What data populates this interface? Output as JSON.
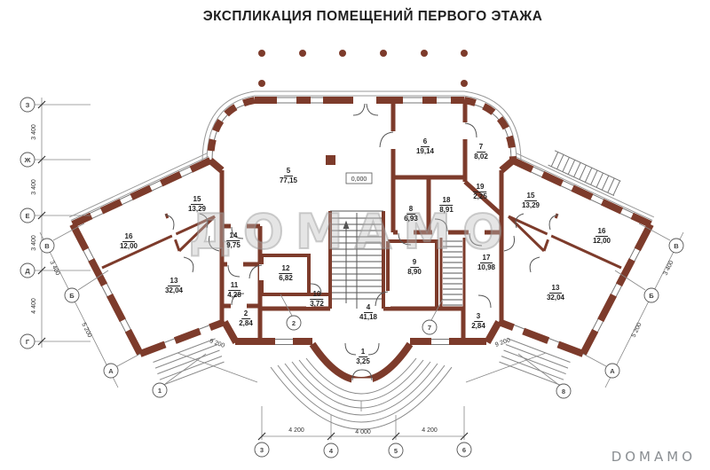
{
  "page": {
    "title": "ЭКСПЛИКАЦИЯ ПОМЕЩЕНИЙ ПЕРВОГО ЭТАЖА",
    "watermark_center": "ДОМАМО",
    "watermark_corner": "DOMAMO"
  },
  "plan": {
    "level_mark": "0,000",
    "wall_color": "#7d3b2b",
    "line_color": "#5a5a5a"
  },
  "rooms": [
    {
      "num": "5",
      "area": "77,15"
    },
    {
      "num": "6",
      "area": "19,14"
    },
    {
      "num": "7",
      "area": "8,02"
    },
    {
      "num": "19",
      "area": "2,25"
    },
    {
      "num": "18",
      "area": "8,91"
    },
    {
      "num": "8",
      "area": "6,93"
    },
    {
      "num": "9",
      "area": "8,90"
    },
    {
      "num": "17",
      "area": "10,98"
    },
    {
      "num": "12",
      "area": "6,82"
    },
    {
      "num": "10",
      "area": "3,72"
    },
    {
      "num": "11",
      "area": "4,28"
    },
    {
      "num": "14",
      "area": "9,75"
    },
    {
      "num": "15",
      "area": "13,29"
    },
    {
      "num": "16",
      "area": "12,00"
    },
    {
      "num": "13",
      "area": "32,04"
    },
    {
      "num": "2",
      "area": "2,84"
    },
    {
      "num": "4",
      "area": "41,18"
    },
    {
      "num": "3",
      "area": "2,84"
    },
    {
      "num": "1",
      "area": "3,25"
    },
    {
      "num": "15",
      "area": "13,29"
    },
    {
      "num": "16",
      "area": "12,00"
    },
    {
      "num": "13",
      "area": "32,04"
    }
  ],
  "axes": {
    "left_column": [
      "З",
      "Ж",
      "Е",
      "Д",
      "Г"
    ],
    "diagonal_left": [
      "В",
      "Б",
      "А"
    ],
    "diagonal_right": [
      "В",
      "Б",
      "А"
    ],
    "bottom_row": [
      "1",
      "2",
      "3",
      "4",
      "5",
      "6",
      "7",
      "8"
    ]
  },
  "dims": {
    "left_column_dims": [
      "3 400",
      "3 400",
      "3 400",
      "4 400"
    ],
    "diagonal_left_dims": [
      "3 400",
      "5 200"
    ],
    "diagonal_right_dims": [
      "3 400",
      "5 200"
    ],
    "bottom_dims": [
      "4 200",
      "4 000",
      "4 200"
    ],
    "wing_dims": [
      "9 200",
      "9 200"
    ]
  }
}
